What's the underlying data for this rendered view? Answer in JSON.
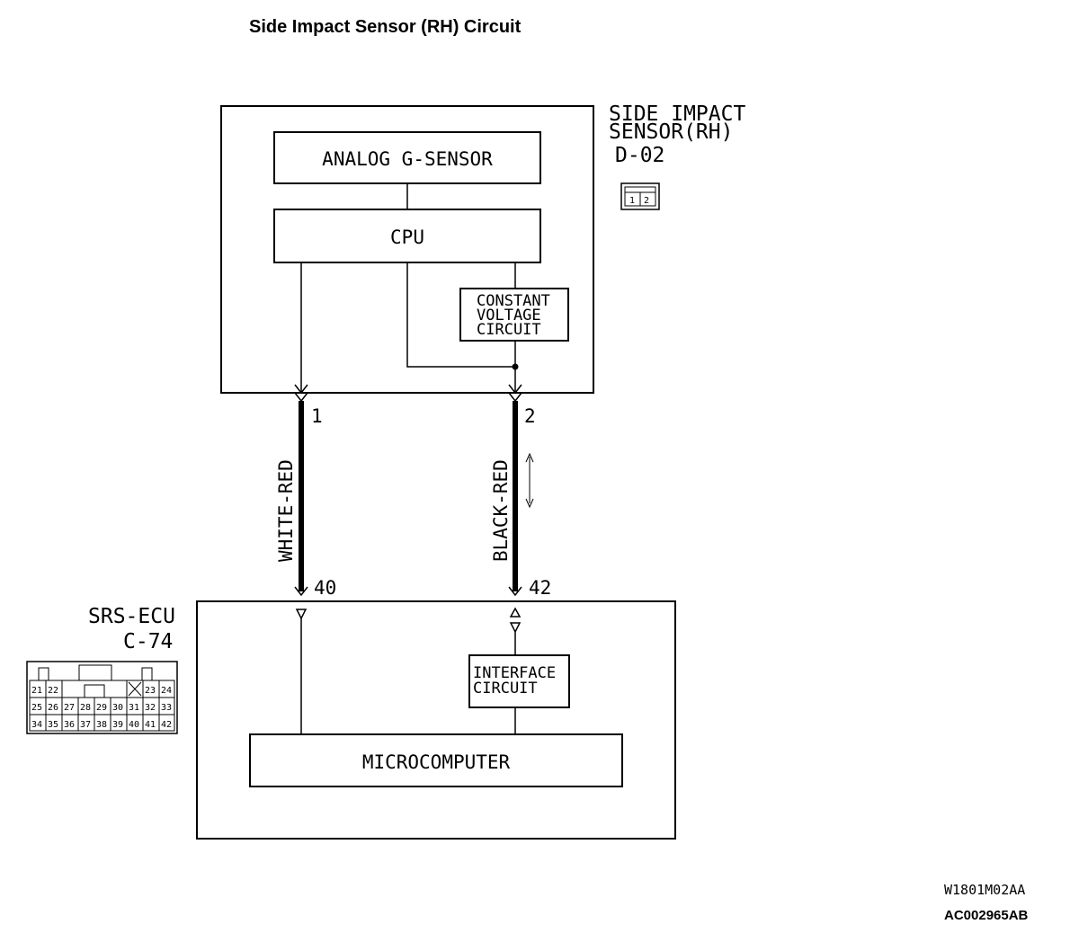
{
  "title": "Side Impact Sensor (RH) Circuit",
  "sensor": {
    "name_line1": "SIDE IMPACT",
    "name_line2": "SENSOR(RH)",
    "connector_id": "D-02",
    "connector_pins": [
      "1",
      "2"
    ],
    "blocks": {
      "g_sensor": "ANALOG G-SENSOR",
      "cpu": "CPU",
      "cv_line1": "CONSTANT",
      "cv_line2": "VOLTAGE",
      "cv_line3": "CIRCUIT"
    },
    "terminal_1": "1",
    "terminal_2": "2"
  },
  "wires": {
    "left_color": "WHITE-RED",
    "right_color": "BLACK-RED"
  },
  "ecu": {
    "name": "SRS-ECU",
    "connector_id": "C-74",
    "terminal_40": "40",
    "terminal_42": "42",
    "blocks": {
      "if_line1": "INTERFACE",
      "if_line2": "CIRCUIT",
      "micro": "MICROCOMPUTER"
    },
    "connector_rows": [
      [
        "21",
        "22",
        "23",
        "24"
      ],
      [
        "25",
        "26",
        "27",
        "28",
        "29",
        "30",
        "31",
        "32",
        "33"
      ],
      [
        "34",
        "35",
        "36",
        "37",
        "38",
        "39",
        "40",
        "41",
        "42"
      ]
    ]
  },
  "codes": {
    "code1": "W1801M02AA",
    "code2": "AC002965AB"
  }
}
